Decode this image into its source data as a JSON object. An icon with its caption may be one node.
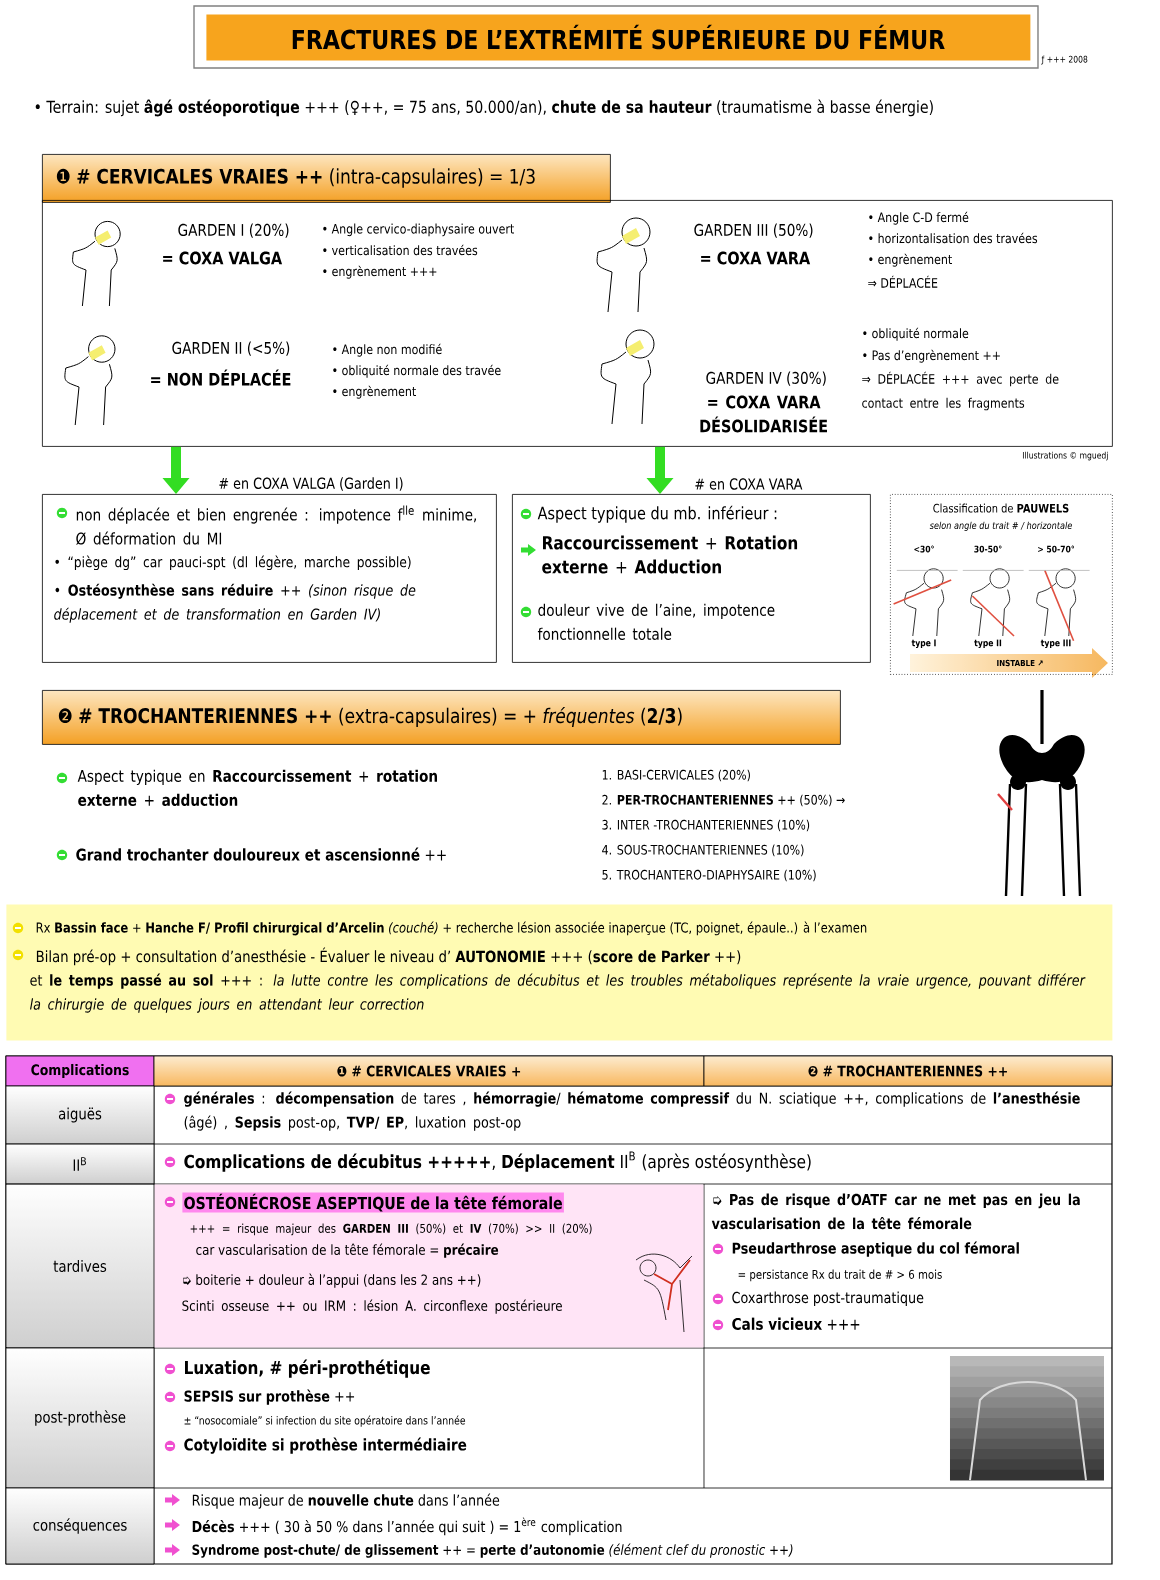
{
  "diagram": {
    "nodes": [
      {
        "text": [
          "FRACTURES DE L’EXTRÉMITÉ SUPÉRIEURE DU FÉMUR"
        ]
      },
      {
        "text": [
          "❶ **# CERVICALES VRAIES ++** (intra-capsulaires) = 1/3"
        ]
      },
      {
        "text": [
          "GARDEN I (20%)",
          "= COXA VALGA",
          "• Angle cervico-diaphysaire ouvert",
          "• verticalisation des travées",
          "• engrènement +++",
          "GARDEN III (50%)",
          "= COXA VARA",
          "• Angle C-D fermé",
          "• horizontalisation des travées",
          "• engrènement",
          "⇒ DÉPLACÉE",
          "GARDEN II (<5%)",
          "= NON DÉPLACÉE",
          "• Angle non modifié",
          "• obliquité normale des travée",
          "• engrènement",
          "GARDEN IV (30%)",
          "= COXA VARA DÉSOLIDARISÉE",
          "• obliquité normale",
          "• Pas d’engrènement ++",
          "⇒ DÉPLACÉE +++ avec perte de contact entre les fragments"
        ]
      },
      {
        "text": [
          "non déplacée et bien engrenée : impotence f$^{lle}$ minime, Ø déformation du MI",
          "• “piège dg” car pauci-spt (dl légère, marche possible)",
          "• **Ostéosynthèse sans réduire** ++ *(sinon risque de déplacement et de transformation en Garden IV)*"
        ]
      },
      {
        "text": [
          "Aspect typique du mb. inférieur :",
          "**Raccourcissement** + **Rotation externe** + **Adduction**",
          "douleur vive de l’aine, impotence fonctionnelle totale"
        ]
      },
      {
        "text": [
          "Classification de **PAUWELS**",
          "selon angle du trait # / horizontale",
          "<30°",
          "30-50°",
          "> 50-70°",
          "type I",
          "type II",
          "type III",
          "INSTABLE ↗"
        ]
      },
      {
        "text": [
          "❷ **# TROCHANTERIENNES ++** (extra-capsulaires) = + *fréquentes* (**2/3**)"
        ]
      },
      {
        "text": [
          "Rx **Bassin face** + **Hanche F/ Profil chirurgical d’Arcelin** *(couché)* + recherche lésion associée inaperçue (TC, poignet, épaule..) à l’examen",
          "Bilan pré-op + consultation d’anesthésie - Évaluer le niveau d’ **AUTONOMIE** +++ (**score de Parker** ++)",
          "et **le temps passé au sol** +++ : *la lutte contre les complications de décubitus et les troubles métaboliques représente la vraie urgence, pouvant différer la chirurgie de quelques jours en attendant leur correction*"
        ]
      }
    ],
    "edges": [
      {
        "from": 2,
        "to": 3,
        "arrow": "to",
        "label": "# en COXA VALGA (Garden I)"
      },
      {
        "from": 2,
        "to": 4,
        "arrow": "to",
        "label": "# en COXA VARA"
      }
    ],
    "labels": [
      "ƒ +++ 2008",
      "• Terrain: sujet **âgé ostéoporotique** +++ (♀++, = 75 ans, 50.000/an), **chute de sa hauteur** (traumatisme à basse énergie)",
      "Illustrations © mguedj",
      "Aspect typique en **Raccourcissement** + **rotation externe** + **adduction**",
      "**Grand trochanter douloureux et ascensionné** ++",
      "1. BASI-CERVICALES (20%)",
      "2. **PER-TROCHANTERIENNES** ++ (50%) →",
      "3. INTER -TROCHANTERIENNES (10%)",
      "4. SOUS-TROCHANTERIENNES (10%)",
      "5. TROCHANTERO-DIAPHYSAIRE (10%)",
      "Complications",
      "❶ # CERVICALES VRAIES +",
      "❷ # TROCHANTERIENNES ++",
      "aiguës",
      "**générales** : **décompensation** de tares , **hémorragie**/ **hématome compressif** du N. sciatique ++, complications de **l’anesthésie** (âgé) , **Sepsis** post-op, **TVP/ EP**, luxation post-op",
      "II$^{B}$",
      "**Complications de décubitus +++++**, **Déplacement** II$^{B}$ (après ostéosynthèse)",
      "tardives",
      "OSTÉONÉCROSE ASEPTIQUE de la tête fémorale",
      "+++ = risque majeur des **GARDEN III** (50%) et **IV** (70%) >> II (20%)",
      "car vascularisation de la tête fémorale = **précaire**",
      "➭ boiterie + douleur à l’appui (dans les 2 ans ++)",
      "Scinti osseuse ++ ou IRM : lésion A. circonflexe postérieure",
      "➭ **Pas de risque d’OATF car ne met pas en jeu la vascularisation de la tête fémorale**",
      "Pseudarthrose aseptique du col fémoral",
      "= persistance Rx du trait de # > 6 mois",
      "Coxarthrose post-traumatique",
      "**Cals vicieux** +++",
      "post-prothèse",
      "Luxation, # péri-prothétique",
      "**SEPSIS sur prothèse** ++",
      "± “nosocomiale” si infection du site opératoire dans l’année",
      "Cotyloïdite si prothèse intermédiaire",
      "conséquences",
      "Risque majeur de **nouvelle chute** dans l’année",
      "**Décès** +++ ( 30 à 50 % dans l’année qui suit ) = 1$^{ère}$ complication",
      "**Syndrome post-chute/ de glissement** ++ = **perte d’autonomie** *(élément clef du pronostic ++)*"
    ]
  }
}
